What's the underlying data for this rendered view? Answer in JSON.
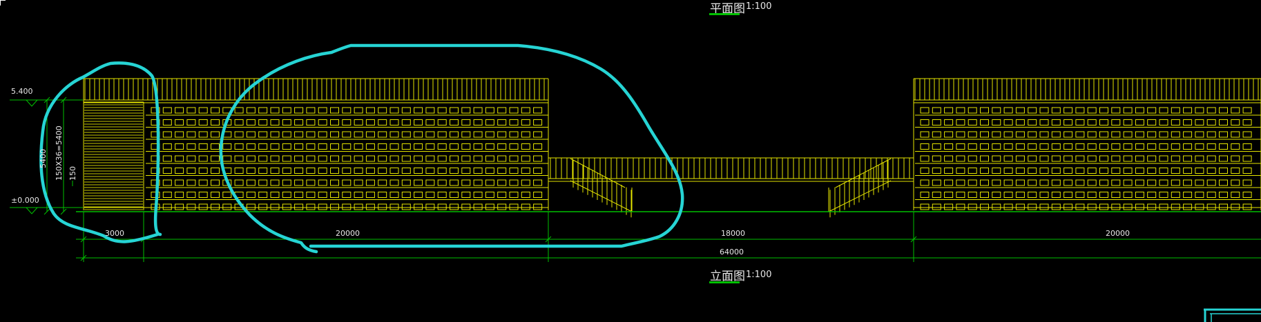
{
  "titles": {
    "plan": "平面图",
    "plan_scale": "1:100",
    "elevation": "立面图",
    "elevation_scale": "1:100"
  },
  "levels": {
    "top": "5.400",
    "bottom": "±0.000"
  },
  "vertical_dims": {
    "total": "5400",
    "steps": "150X36=5400",
    "riser": "150"
  },
  "dimensions": {
    "seg1": "3000",
    "seg2": "20000",
    "seg3": "18000",
    "seg4": "20000",
    "total": "64000"
  },
  "colors": {
    "background": "#000000",
    "structure": "#e6e600",
    "dimension": "#00c000",
    "markup": "#26d4d4",
    "text": "#e8e8e8"
  }
}
